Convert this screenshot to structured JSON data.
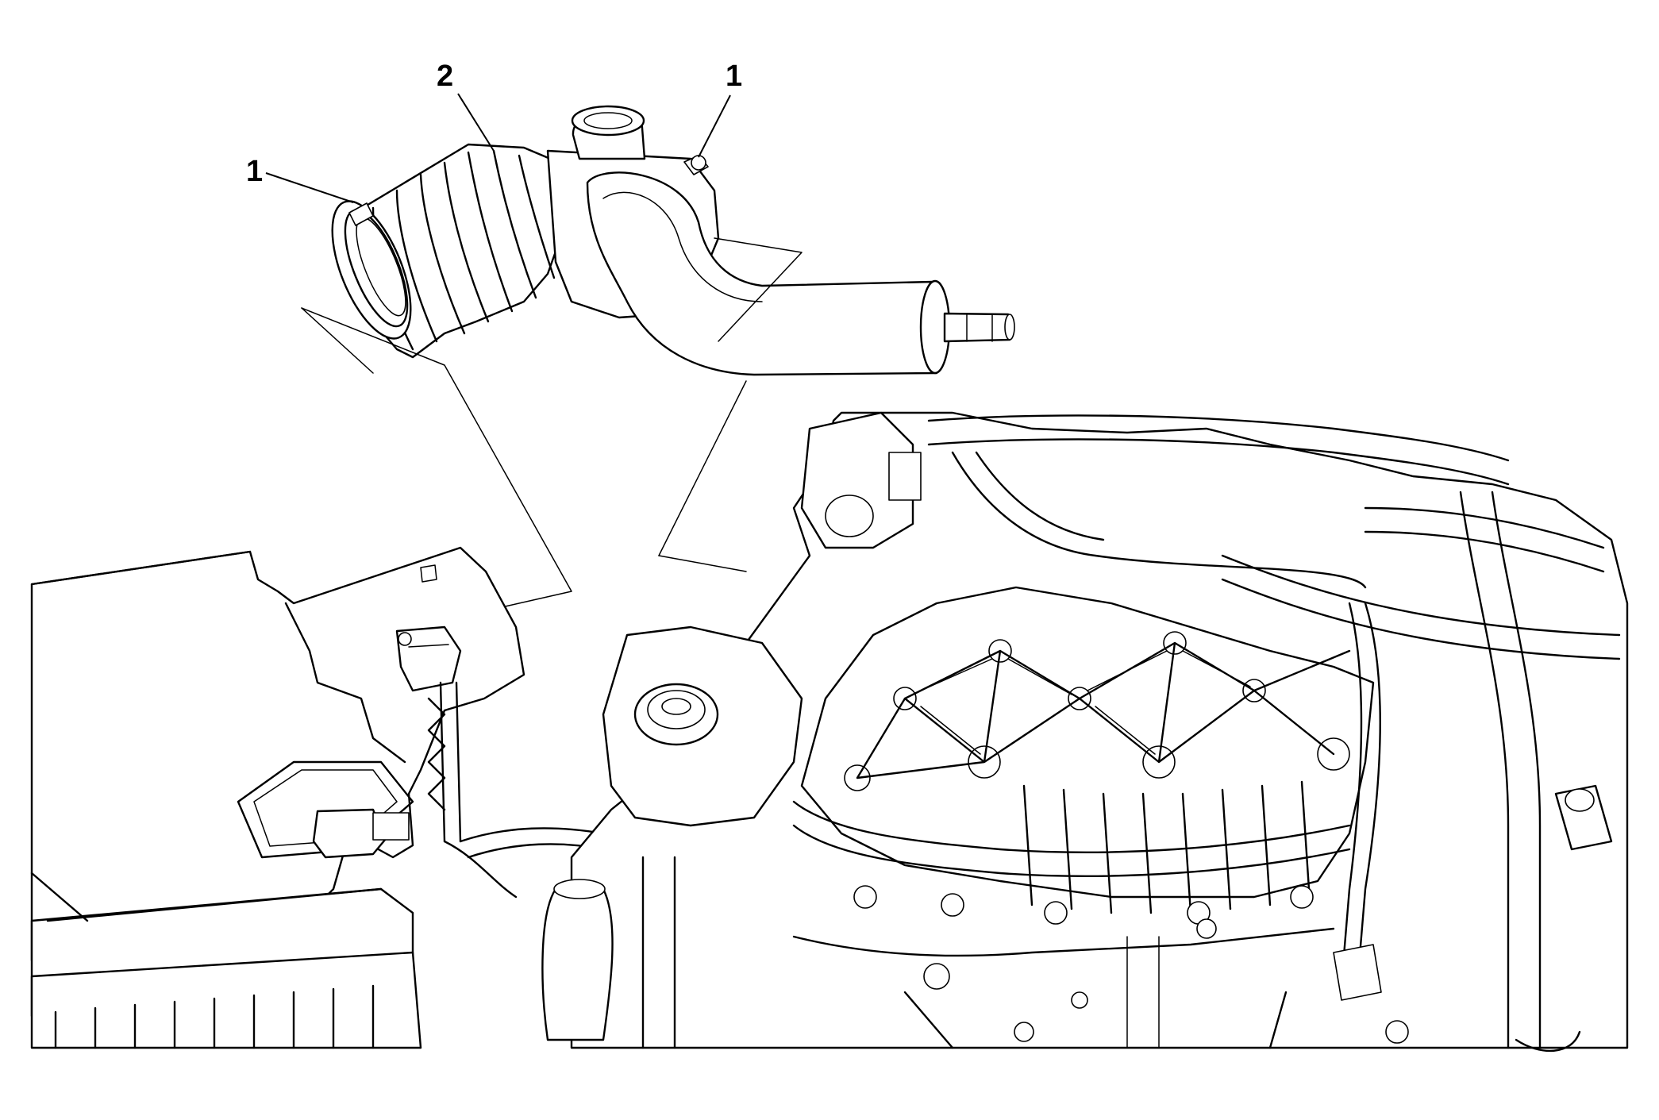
{
  "callouts": [
    {
      "id": "clamp-left",
      "label": "1"
    },
    {
      "id": "duct",
      "label": "2"
    },
    {
      "id": "clamp-right",
      "label": "1"
    }
  ],
  "colors": {
    "line": "#000000",
    "background": "#ffffff"
  }
}
